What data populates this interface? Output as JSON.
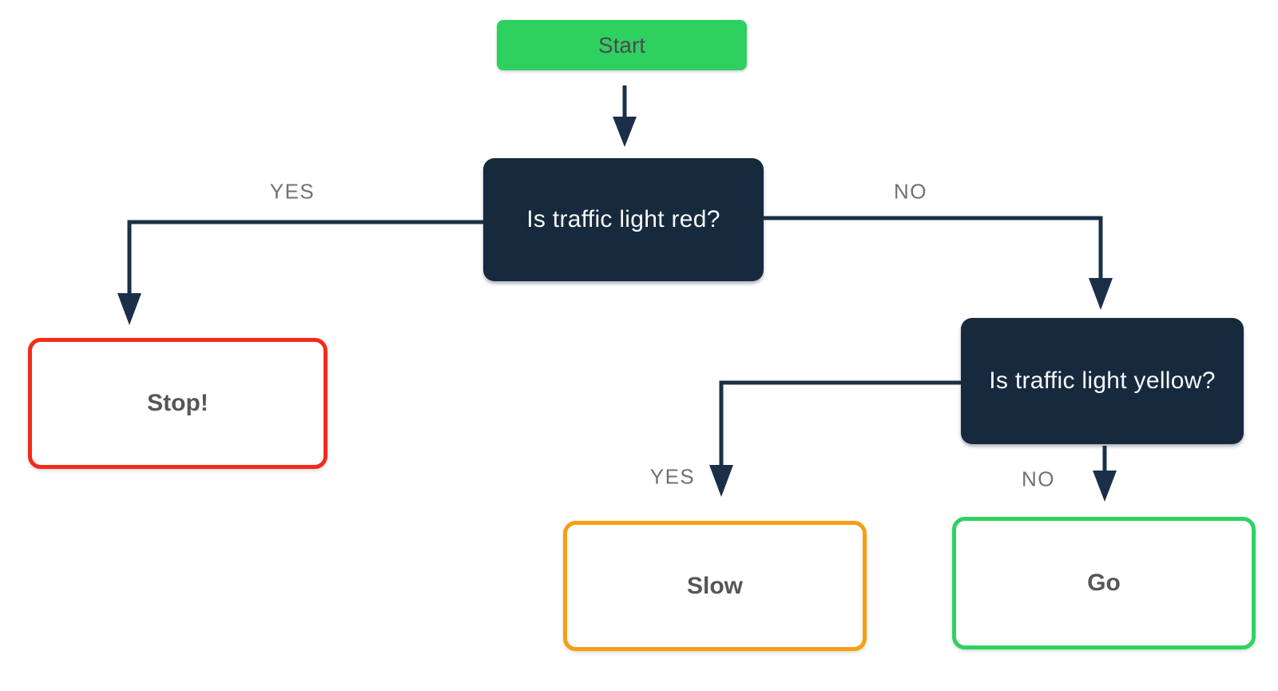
{
  "diagram": {
    "type": "flowchart",
    "background": "#ffffff",
    "nodes": {
      "start": {
        "label": "Start",
        "kind": "terminal",
        "fill": "#2ed160",
        "text_color": "#4c4b4f"
      },
      "q_red": {
        "label": "Is traffic light red?",
        "kind": "decision",
        "fill": "#17293d",
        "text_color": "#f7f9fa"
      },
      "stop": {
        "label": "Stop!",
        "kind": "outcome",
        "border_color": "#f32b1c",
        "fill": "#ffffff",
        "text_color": "#55565a"
      },
      "q_yellow": {
        "label": "Is traffic light yellow?",
        "kind": "decision",
        "fill": "#17293d",
        "text_color": "#f7f9fa"
      },
      "slow": {
        "label": "Slow",
        "kind": "outcome",
        "border_color": "#f4a010",
        "fill": "#ffffff",
        "text_color": "#55565a"
      },
      "go": {
        "label": "Go",
        "kind": "outcome",
        "border_color": "#2ed35f",
        "fill": "#ffffff",
        "text_color": "#55565a"
      }
    },
    "edges": {
      "start_down": {
        "label": "",
        "from": "start",
        "to": "q_red"
      },
      "red_yes": {
        "label": "YES",
        "from": "q_red",
        "to": "stop"
      },
      "red_no": {
        "label": "NO",
        "from": "q_red",
        "to": "q_yellow"
      },
      "yellow_yes": {
        "label": "YES",
        "from": "q_yellow",
        "to": "slow"
      },
      "yellow_no": {
        "label": "NO",
        "from": "q_yellow",
        "to": "go"
      }
    },
    "colors": {
      "connector": "#1b3048",
      "edge_label_gray": "#6f7173"
    }
  }
}
